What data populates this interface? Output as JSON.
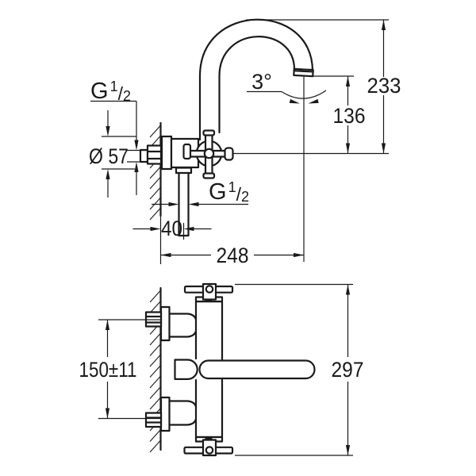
{
  "colors": {
    "background": "#ffffff",
    "line": "#1a1a1a"
  },
  "side_view": {
    "inlet_thread": {
      "g": "G",
      "sup": "1",
      "slash": "/",
      "sub": "2"
    },
    "outlet_thread": {
      "g": "G",
      "sup": "1",
      "slash": "/",
      "sub": "2"
    },
    "escutcheon_diameter": "Ø 57",
    "spout_angle": "3°",
    "overall_height": "233",
    "outlet_height": "136",
    "outlet_offset": "40",
    "reach": "248"
  },
  "plan_view": {
    "inlet_spacing": "150±11",
    "overall_width": "297"
  }
}
